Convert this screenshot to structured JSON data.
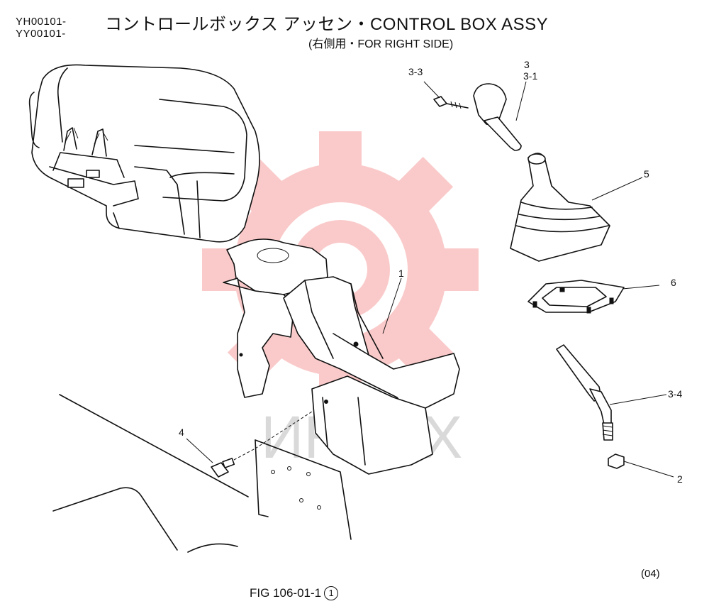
{
  "header": {
    "serial_line_1": "YH00101-",
    "serial_line_2": "YY00101-",
    "title": "コントロールボックス アッセン・CONTROL BOX ASSY",
    "subtitle": "(右側用・FOR RIGHT SIDE)"
  },
  "callouts": {
    "c1": "1",
    "c2": "2",
    "c3": "3",
    "c3_1": "3-1",
    "c3_3": "3-3",
    "c3_4": "3-4",
    "c4": "4",
    "c5": "5",
    "c6": "6"
  },
  "watermark": {
    "text": "ИНТЕХ",
    "gear_color": "#f26b6b"
  },
  "footer": {
    "revision": "(04)",
    "figure": "FIG 106-01-1",
    "figure_mark": "1"
  }
}
